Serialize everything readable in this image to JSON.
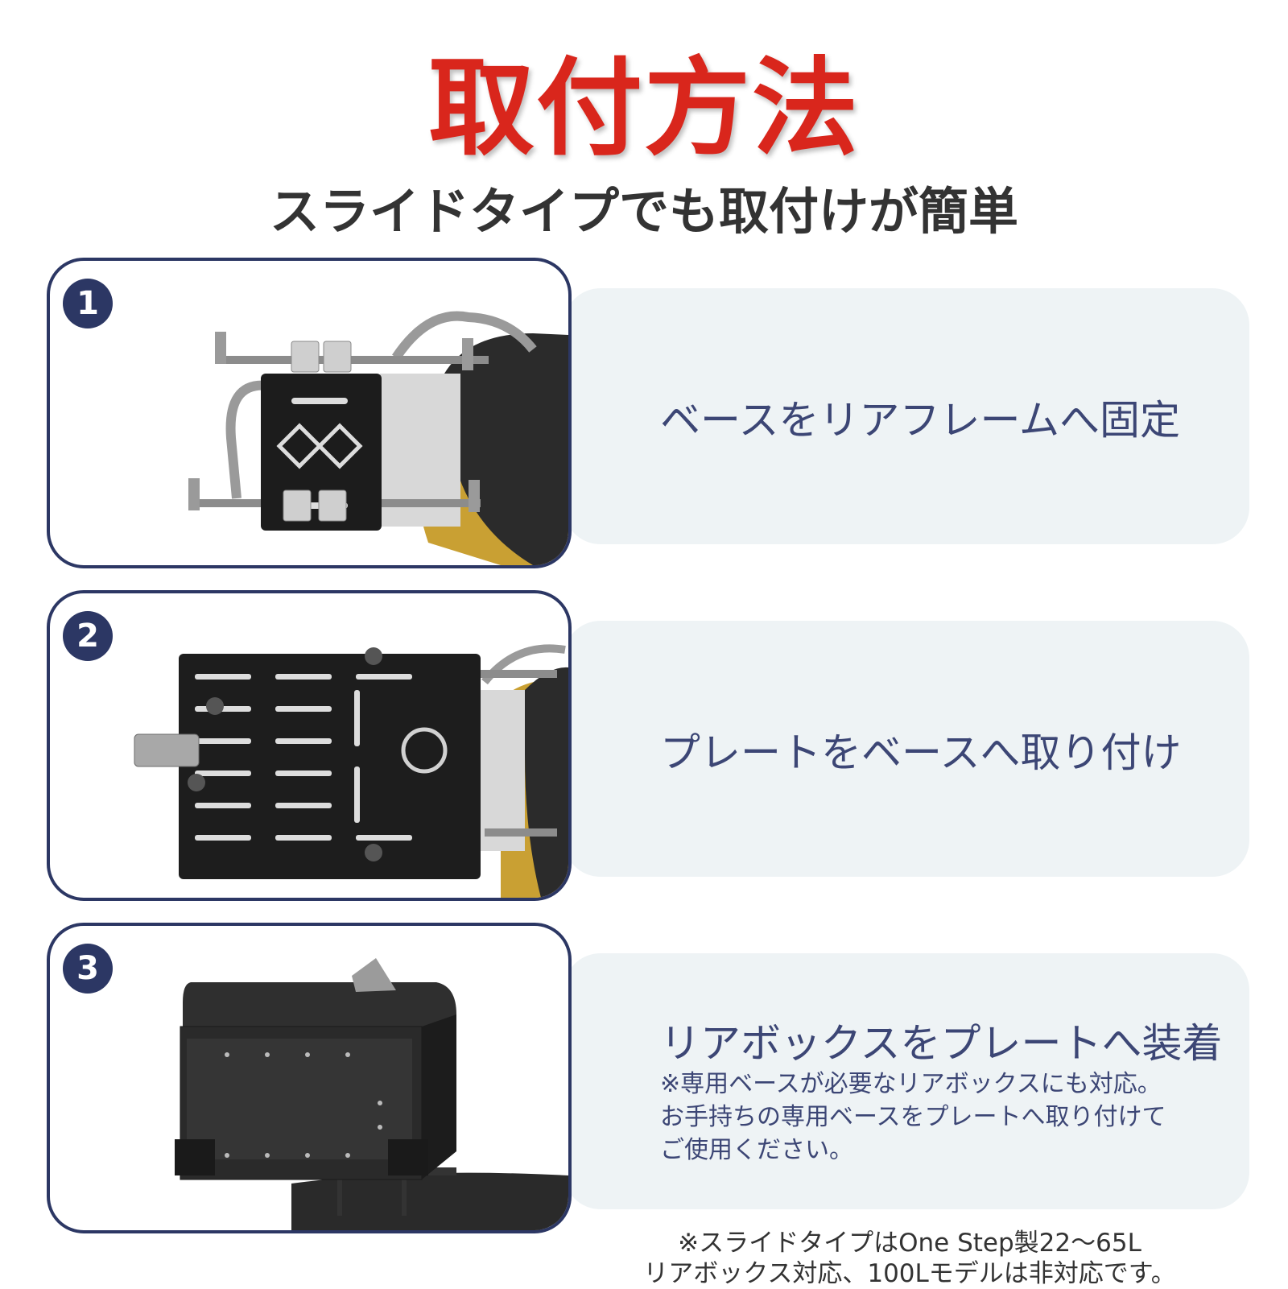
{
  "title": "取付方法",
  "subtitle": "スライドタイプでも取付けが簡単",
  "steps": [
    {
      "number": "1",
      "text": "ベースをリアフレームへ固定",
      "note": ""
    },
    {
      "number": "2",
      "text": "プレートをベースへ取り付け",
      "note": ""
    },
    {
      "number": "3",
      "text": "リアボックスをプレートへ装着",
      "note": "※専用ベースが必要なリアボックスにも対応。お手持ちの専用ベースをプレートへ取り付けてご使用ください。"
    }
  ],
  "footnote": {
    "line1": "※スライドタイプはOne Step製22〜65L",
    "line2": "リアボックス対応、100Lモデルは非対応です。"
  },
  "colors": {
    "title": "#d9261c",
    "accent": "#2c3764",
    "panel": "#eef3f5",
    "step_text": "#3c4675"
  }
}
